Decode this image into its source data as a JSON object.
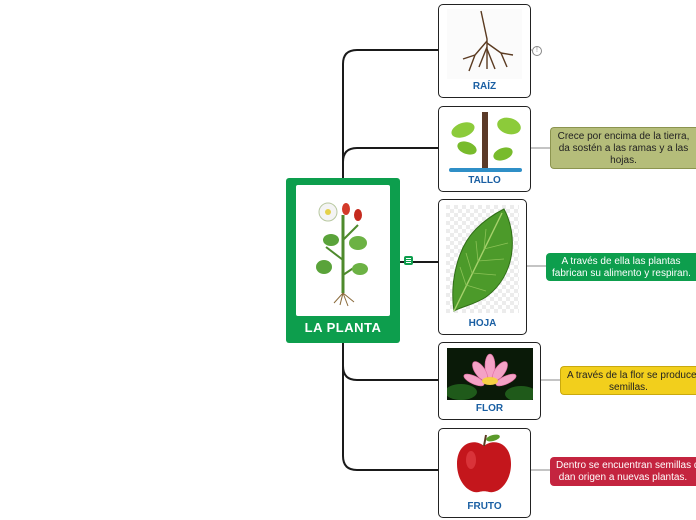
{
  "central": {
    "title": "LA PLANTA"
  },
  "branches": [
    {
      "label": "RAÍZ",
      "icon": "root-image",
      "note_icon": "!"
    },
    {
      "label": "TALLO",
      "icon": "stem-image",
      "description": "Crece por encima de la tierra, da sostén a las ramas y a las hojas.",
      "description_lines": [
        "Crece por encima de la tierra,",
        "da sostén a las ramas y a las",
        "hojas."
      ],
      "desc_color": "#b5bd7a"
    },
    {
      "label": "HOJA",
      "icon": "leaf-image",
      "description_lines": [
        "A través de ella las plantas",
        "fabrican su alimento y respiran."
      ],
      "desc_color": "#0d9e4d"
    },
    {
      "label": "FLOR",
      "icon": "flower-image",
      "description_lines": [
        "A través de la flor se producen",
        "semillas."
      ],
      "desc_color": "#f2cf1c"
    },
    {
      "label": "FRUTO",
      "icon": "apple-image",
      "description_lines": [
        "Dentro se encuentran semillas que",
        "dan origen a nuevas plantas."
      ],
      "desc_color": "#c4243f"
    }
  ]
}
